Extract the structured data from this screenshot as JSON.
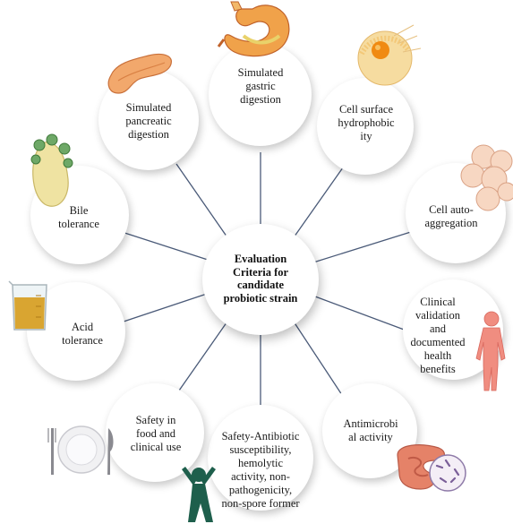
{
  "center": {
    "line1": "Evaluation",
    "line2": "Criteria for",
    "line3": "candidate",
    "line4": "probiotic strain"
  },
  "criteria": [
    {
      "lines": [
        "Simulated",
        "gastric",
        "digestion"
      ],
      "icon": "stomach-icon"
    },
    {
      "lines": [
        "Cell surface",
        "hydrophobic",
        "ity"
      ],
      "icon": "cell-sphere-icon"
    },
    {
      "lines": [
        "Cell auto-",
        "aggregation"
      ],
      "icon": "cell-cluster-icon"
    },
    {
      "lines": [
        "Clinical",
        "validation",
        "and",
        "documented",
        "health",
        "benefits"
      ],
      "icon": "human-body-icon"
    },
    {
      "lines": [
        "Antimicrobi",
        "al activity"
      ],
      "icon": "intestine-bacteria-icon"
    },
    {
      "lines": [
        "Safety-Antibiotic",
        "susceptibility,",
        "hemolytic",
        "activity, non-",
        "pathogenicity,",
        "non-spore former"
      ],
      "icon": "person-cheering-icon"
    },
    {
      "lines": [
        "Safety in",
        "food and",
        "clinical use"
      ],
      "icon": "plate-cutlery-icon"
    },
    {
      "lines": [
        "Acid",
        "tolerance"
      ],
      "icon": "beaker-icon"
    },
    {
      "lines": [
        "Bile",
        "tolerance"
      ],
      "icon": "gallbladder-icon"
    },
    {
      "lines": [
        "Simulated",
        "pancreatic",
        "digestion"
      ],
      "icon": "pancreas-icon"
    }
  ],
  "colors": {
    "connector": "#4a5a78",
    "node_fill": "#ffffff",
    "figure_green": "#1e5f4c"
  }
}
